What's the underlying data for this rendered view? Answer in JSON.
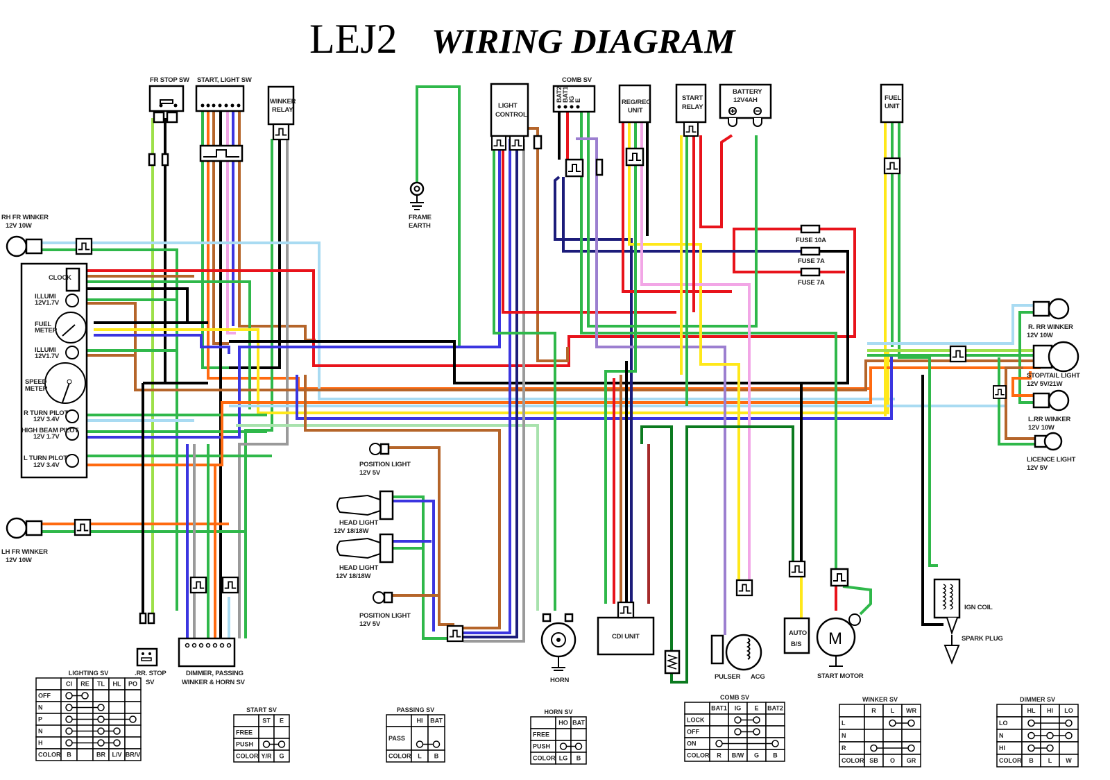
{
  "title": {
    "model": "LEJ2",
    "text": "WIRING DIAGRAM"
  },
  "components": {
    "fr_stop_sw": "FR STOP SW",
    "start_light_sw": "START, LIGHT SW",
    "winker_relay": [
      "WINKER",
      "RELAY"
    ],
    "frame_earth": [
      "FRAME",
      "EARTH"
    ],
    "light_control": [
      "LIGHT",
      "CONTROL"
    ],
    "comb_sw": "COMB SV",
    "comb_sw_pins": [
      "BAT2",
      "BAT1",
      "IG",
      "E"
    ],
    "reg_rec_unit": [
      "REG/REC",
      "UNIT"
    ],
    "start_relay": [
      "START",
      "RELAY"
    ],
    "battery": [
      "BATTERY",
      "12V4AH"
    ],
    "fuel_unit": [
      "FUEL",
      "UNIT"
    ],
    "fuses": [
      "FUSE 10A",
      "FUSE 7A",
      "FUSE 7A"
    ],
    "rh_fr_winker": [
      "RH FR WINKER",
      "12V 10W"
    ],
    "lh_fr_winker": [
      "LH FR WINKER",
      "12V 10W"
    ],
    "meter": {
      "clock": "CLOCK",
      "illumi1": [
        "ILLUMI",
        "12V1.7V"
      ],
      "fuel_meter": [
        "FUEL",
        "METER"
      ],
      "illumi2": [
        "ILLUMI",
        "12V1.7V"
      ],
      "speed_meter": [
        "SPEED",
        "METER"
      ],
      "r_turn_pilot": [
        "R TURN PILOT",
        "12V 3.4V"
      ],
      "high_beam_pilot": [
        "HIGH BEAM PILOT",
        "12V 1.7V"
      ],
      "l_turn_pilot": [
        "L TURN PILOT",
        "12V 3.4V"
      ]
    },
    "position_light_1": [
      "POSITION LIGHT",
      "12V 5V"
    ],
    "head_light_1": [
      "HEAD LIGHT",
      "12V 18/18W"
    ],
    "head_light_2": [
      "HEAD LIGHT",
      "12V 18/18W"
    ],
    "position_light_2": [
      "POSITION LIGHT",
      "12V 5V"
    ],
    "horn": "HORN",
    "cdi_unit": "CDI UNIT",
    "pulser": "PULSER",
    "acg": "ACG",
    "auto_bs": [
      "AUTO",
      "B/S"
    ],
    "start_motor": "START MOTOR",
    "start_motor_symbol": "M",
    "ign_coil": "IGN COIL",
    "spark_plug": "SPARK PLUG",
    "rr_stop_sw": [
      ".RR. STOP",
      "SV"
    ],
    "dimmer_passing": [
      "DIMMER, PASSING",
      "WINKER & HORN SV"
    ],
    "r_rr_winker": [
      "R. RR WINKER",
      "12V 10W"
    ],
    "stop_tail_light": [
      "STOP/TAIL LIGHT",
      "12V 5V/21W"
    ],
    "l_rr_winker": [
      "L.RR WINKER",
      "12V 10W"
    ],
    "licence_light": [
      "LICENCE LIGHT",
      "12V 5V"
    ]
  },
  "wire_colors": {
    "red": "#e8131b",
    "green": "#2fb84a",
    "black": "#000000",
    "brown": "#b5652a",
    "orange": "#ff6a10",
    "yellow": "#ffe81a",
    "light_blue": "#a9dbf2",
    "blue": "#3b35e0",
    "pink": "#f2a6e6",
    "gray": "#9a9a9a",
    "light_green": "#a8e2ad",
    "dark_green": "#0b7a1f",
    "dark_blue": "#1c1c7a",
    "yellow_green": "#9ee04a"
  },
  "tables": [
    {
      "title": "LIGHTING SV",
      "cols": [
        "CI",
        "RE",
        "TL",
        "HL",
        "PO"
      ],
      "rows": [
        {
          "label": "OFF",
          "c": [
            1,
            1,
            0,
            0,
            0
          ]
        },
        {
          "label": "N",
          "c": [
            1,
            0,
            1,
            0,
            0
          ]
        },
        {
          "label": "P",
          "c": [
            1,
            0,
            1,
            0,
            1
          ]
        },
        {
          "label": "N",
          "c": [
            1,
            0,
            1,
            1,
            0
          ]
        },
        {
          "label": "H",
          "c": [
            1,
            0,
            1,
            1,
            0
          ]
        }
      ],
      "color": [
        "B",
        "",
        "BR",
        "L/V",
        "BR/V"
      ]
    },
    {
      "title": "START SV",
      "cols": [
        "ST",
        "E"
      ],
      "rows": [
        {
          "label": "FREE",
          "c": [
            0,
            0
          ]
        },
        {
          "label": "PUSH",
          "c": [
            1,
            1
          ]
        }
      ],
      "color": [
        "Y/R",
        "G"
      ]
    },
    {
      "title": "PASSING SV",
      "cols": [
        "HI",
        "BAT"
      ],
      "rows": [
        {
          "label": "PASS",
          "c": [
            1,
            1
          ],
          "tall": true
        }
      ],
      "color": [
        "L",
        "B"
      ]
    },
    {
      "title": "HORN SV",
      "cols": [
        "HO",
        "BAT"
      ],
      "rows": [
        {
          "label": "FREE",
          "c": [
            0,
            0
          ]
        },
        {
          "label": "PUSH",
          "c": [
            1,
            1
          ]
        }
      ],
      "color": [
        "LG",
        "B"
      ]
    },
    {
      "title": "COMB SV",
      "cols": [
        "BAT1",
        "IG",
        "E",
        "BAT2"
      ],
      "rows": [
        {
          "label": "LOCK",
          "c": [
            0,
            1,
            1,
            0
          ]
        },
        {
          "label": "OFF",
          "c": [
            0,
            1,
            1,
            0
          ]
        },
        {
          "label": "ON",
          "c": [
            1,
            0,
            0,
            1
          ]
        }
      ],
      "color": [
        "R",
        "B/W",
        "G",
        "B"
      ]
    },
    {
      "title": "WINKER SV",
      "cols": [
        "R",
        "L",
        "WR"
      ],
      "rows": [
        {
          "label": "L",
          "c": [
            0,
            1,
            1
          ]
        },
        {
          "label": "N",
          "c": [
            0,
            0,
            0
          ]
        },
        {
          "label": "R",
          "c": [
            1,
            0,
            1
          ]
        }
      ],
      "color": [
        "SB",
        "O",
        "GR"
      ]
    },
    {
      "title": "DIMMER SV",
      "cols": [
        "HL",
        "HI",
        "LO"
      ],
      "rows": [
        {
          "label": "LO",
          "c": [
            1,
            0,
            1
          ]
        },
        {
          "label": "N",
          "c": [
            1,
            1,
            1
          ]
        },
        {
          "label": "HI",
          "c": [
            1,
            1,
            0
          ]
        }
      ],
      "color": [
        "B",
        "L",
        "W"
      ]
    }
  ],
  "color_row_label": "COLOR"
}
